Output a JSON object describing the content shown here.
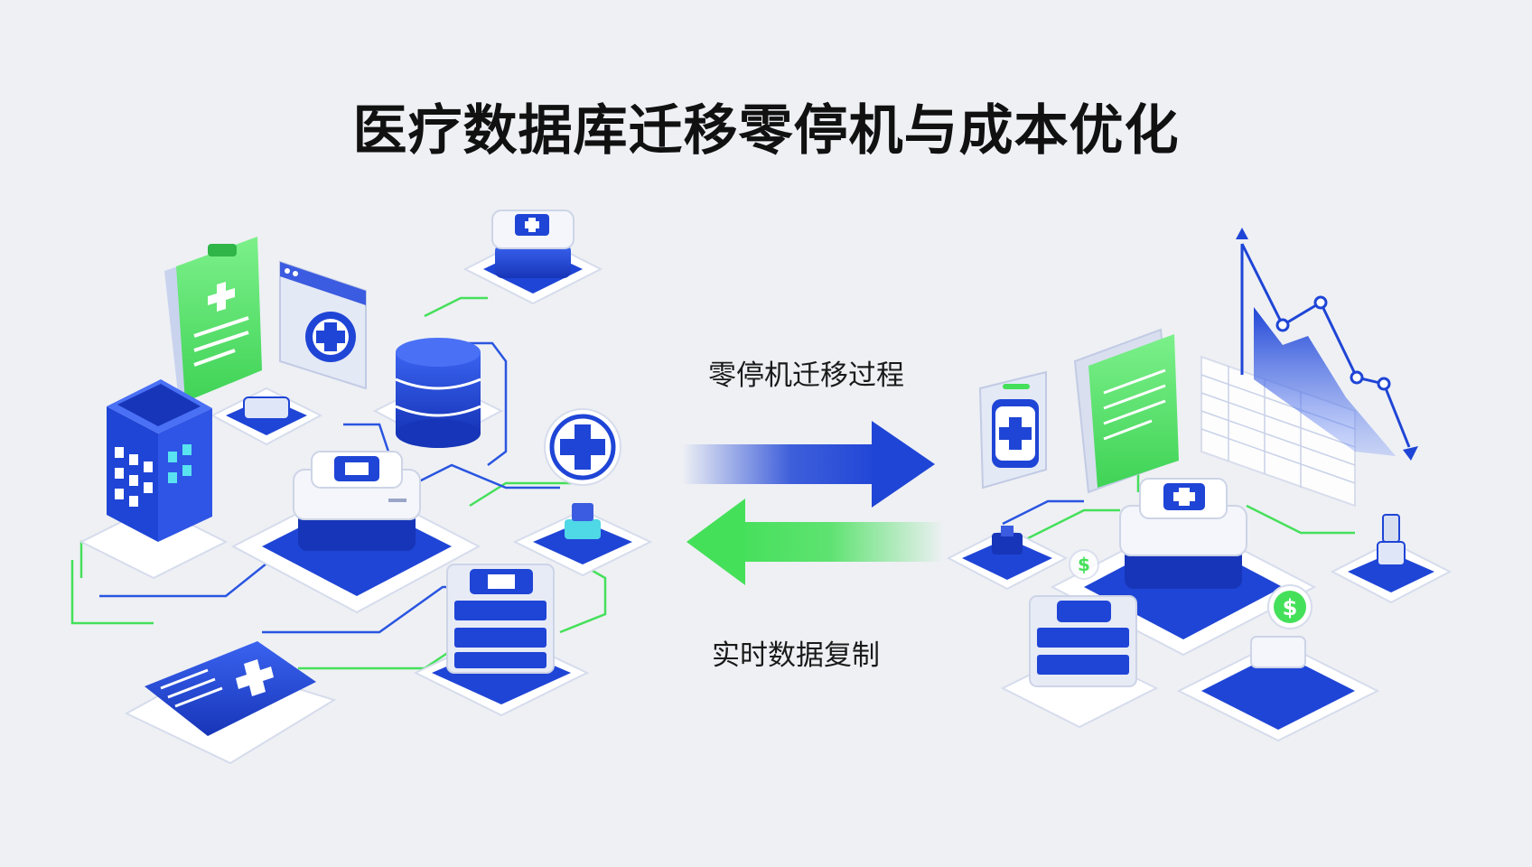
{
  "title": "医疗数据库迁移零停机与成本优化",
  "flow": {
    "forward_label": "零停机迁移过程",
    "backward_label": "实时数据复制"
  },
  "colors": {
    "background": "#eef0f4",
    "primary_blue": "#1f45d6",
    "accent_green": "#45e05a",
    "tile_white": "#ffffff"
  },
  "icons": {
    "left_cluster": [
      "clipboard-icon",
      "medical-window-icon",
      "medical-server-icon",
      "database-cylinder-icon",
      "hospital-building-icon",
      "central-server-icon",
      "medical-cross-badge-icon",
      "rack-server-icon",
      "medical-record-folder-icon"
    ],
    "right_cluster": [
      "medical-card-icon",
      "document-stack-icon",
      "declining-cost-chart-icon",
      "central-server-icon",
      "dollar-coin-icon",
      "rack-server-icon",
      "small-node-icon"
    ]
  }
}
